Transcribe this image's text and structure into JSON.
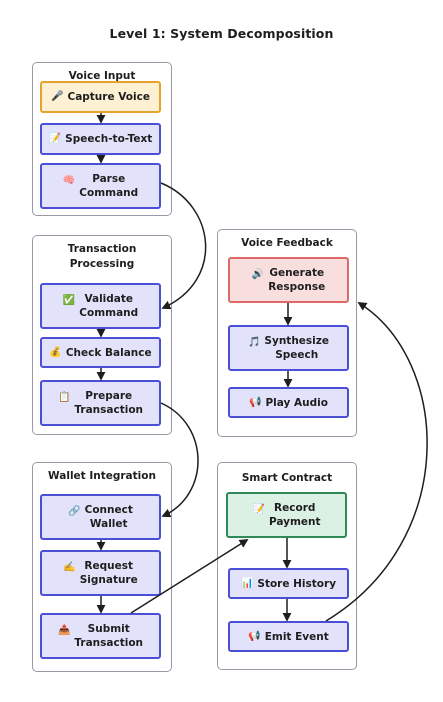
{
  "diagram": {
    "title": "Level 1: System Decomposition",
    "groups": {
      "voice_input": "Voice Input",
      "transaction": "Transaction\nProcessing",
      "wallet": "Wallet Integration",
      "feedback": "Voice Feedback",
      "contract": "Smart Contract"
    },
    "nodes": {
      "capture_voice": {
        "icon": "🎤",
        "label": "Capture Voice"
      },
      "speech_to_text": {
        "icon": "📝",
        "label": "Speech-to-Text"
      },
      "parse_command": {
        "icon": "🧠",
        "label": "Parse\nCommand"
      },
      "validate_command": {
        "icon": "✅",
        "label": "Validate\nCommand"
      },
      "check_balance": {
        "icon": "💰",
        "label": "Check Balance"
      },
      "prepare_transaction": {
        "icon": "📋",
        "label": "Prepare\nTransaction"
      },
      "connect_wallet": {
        "icon": "🔗",
        "label": "Connect\nWallet"
      },
      "request_signature": {
        "icon": "✍️",
        "label": "Request\nSignature"
      },
      "submit_transaction": {
        "icon": "📤",
        "label": "Submit\nTransaction"
      },
      "generate_response": {
        "icon": "🔊",
        "label": "Generate\nResponse"
      },
      "synthesize_speech": {
        "icon": "🎵",
        "label": "Synthesize\nSpeech"
      },
      "play_audio": {
        "icon": "📢",
        "label": "Play Audio"
      },
      "record_payment": {
        "icon": "📝",
        "label": "Record\nPayment"
      },
      "store_history": {
        "icon": "📊",
        "label": "Store History"
      },
      "emit_event": {
        "icon": "📢",
        "label": "Emit Event"
      }
    },
    "icon_names": {
      "capture_voice": "microphone-icon",
      "speech_to_text": "memo-icon",
      "parse_command": "brain-icon",
      "validate_command": "check-mark-icon",
      "check_balance": "money-bag-icon",
      "prepare_transaction": "clipboard-icon",
      "connect_wallet": "link-icon",
      "request_signature": "writing-hand-icon",
      "submit_transaction": "outbox-icon",
      "generate_response": "speaker-icon",
      "synthesize_speech": "music-note-icon",
      "play_audio": "megaphone-icon",
      "record_payment": "memo-icon",
      "store_history": "bar-chart-icon",
      "emit_event": "megaphone-icon"
    },
    "colors": {
      "node_border": "#4a4fd6",
      "node_fill": "#e2e3fb",
      "start_border": "#e5a32c",
      "start_fill": "#fdf0d3",
      "response_border": "#e06a6a",
      "response_fill": "#f9dede",
      "payment_border": "#2f8a58",
      "payment_fill": "#daf1e3",
      "edge": "#1e1e1e",
      "group_border": "#9a9aa6"
    }
  }
}
